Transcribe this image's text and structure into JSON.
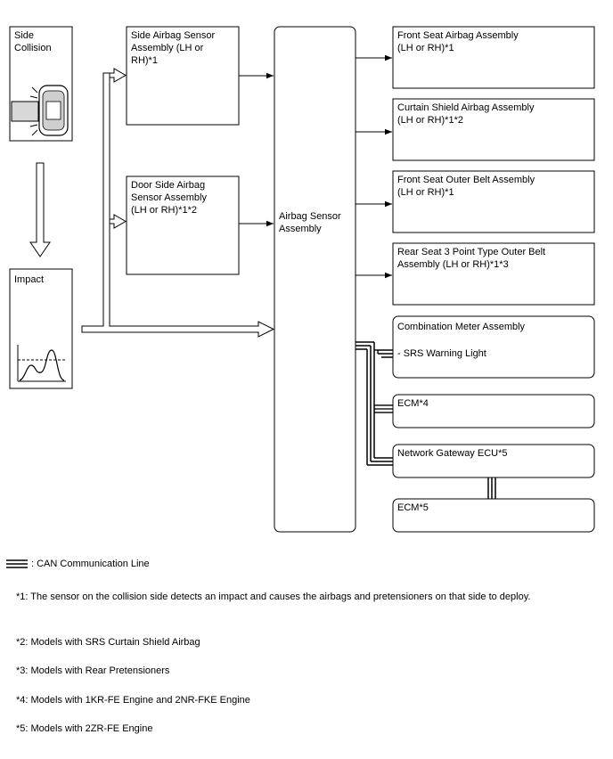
{
  "inputs": {
    "side_collision": "Side\nCollision",
    "impact": "Impact"
  },
  "sensors": {
    "side_airbag_sensor": "Side Airbag Sensor\nAssembly (LH or\nRH)*1",
    "door_side_airbag_sensor": "Door Side Airbag\nSensor Assembly\n(LH or RH)*1*2"
  },
  "center": {
    "airbag_sensor_assembly": "Airbag Sensor\nAssembly"
  },
  "outputs": {
    "front_seat_airbag": "Front Seat Airbag Assembly\n(LH or RH)*1",
    "curtain_shield_airbag": "Curtain Shield Airbag Assembly\n(LH or RH)*1*2",
    "front_seat_outer_belt": "Front Seat Outer Belt Assembly\n(LH or RH)*1",
    "rear_seat_outer_belt": "Rear Seat 3 Point Type Outer Belt\nAssembly (LH or RH)*1*3",
    "combination_meter": "Combination Meter Assembly",
    "srs_warning_light": "- SRS Warning Light",
    "ecm4": "ECM*4",
    "network_gateway": "Network Gateway ECU*5",
    "ecm5": "ECM*5"
  },
  "legend": {
    "can_line": ": CAN Communication Line"
  },
  "notes": [
    "*1: The sensor on the collision side detects an impact and causes the airbags and pretensioners on that side to deploy.",
    "*2: Models with SRS Curtain Shield Airbag",
    "*3: Models with Rear Pretensioners",
    "*4: Models with 1KR-FE Engine and 2NR-FKE Engine",
    "*5: Models with 2ZR-FE Engine"
  ]
}
